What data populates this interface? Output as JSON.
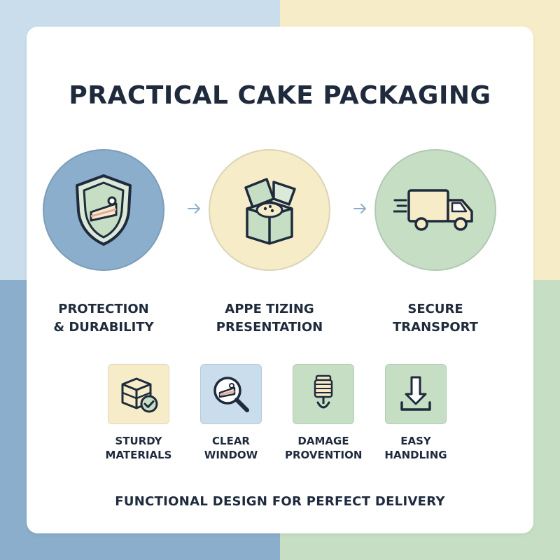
{
  "colors": {
    "navy": "#1f2b3d",
    "blue": "#8aaecb",
    "yellow": "#f6ecc8",
    "green": "#c6dfc4",
    "light_blue": "#c9ddec"
  },
  "title": "PRACTICAL CAKE PACKAGING",
  "features": [
    {
      "label": "PROTECTION\n& DURABILITY",
      "icon": "shield-cake-icon"
    },
    {
      "label": "APPE TIZING\nPRESENTATION",
      "icon": "open-cake-box-icon"
    },
    {
      "label": "SECURE\nTRANSPORT",
      "icon": "delivery-truck-icon"
    }
  ],
  "benefits": [
    {
      "label": "STURDY\nMATERIALS",
      "icon": "box-check-icon"
    },
    {
      "label": "CLEAR\nWINDOW",
      "icon": "magnifier-cake-icon"
    },
    {
      "label": "DAMAGE\nPROVENTION",
      "icon": "damage-prevention-icon"
    },
    {
      "label": "EASY\nHANDLING",
      "icon": "down-arrow-tray-icon"
    }
  ],
  "footer": "FUNCTIONAL DESIGN FOR PERFECT DELIVERY"
}
